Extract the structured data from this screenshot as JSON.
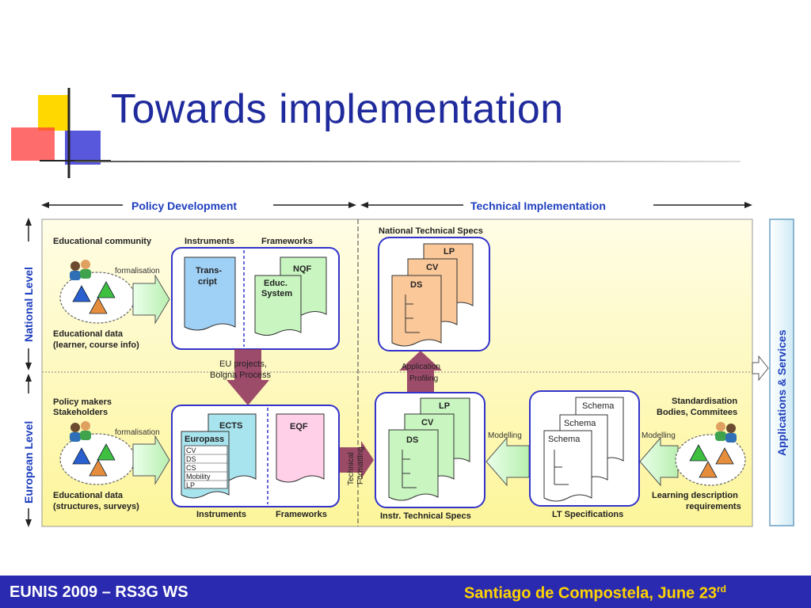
{
  "slide": {
    "title": "Towards implementation",
    "footer_left": "EUNIS 2009 – RS3G WS",
    "footer_right": "Santiago de Compostela, June 23",
    "footer_right_sup": "rd"
  },
  "diagram": {
    "header_left": "Policy Development",
    "header_right": "Technical Implementation",
    "national_level": "National Level",
    "european_level": "European Level",
    "applications_services": "Applications & Services",
    "national": {
      "community_label": "Educational community",
      "formalisation": "formalisation",
      "data_label_1": "Educational data",
      "data_label_2": "(learner, course info)",
      "instruments": "Instruments",
      "frameworks": "Frameworks",
      "transcript_1": "Trans-",
      "transcript_2": "cript",
      "nqf": "NQF",
      "educ_1": "Educ.",
      "educ_2": "System",
      "tech_specs": "National Technical Specs",
      "lp": "LP",
      "cv": "CV",
      "ds": "DS"
    },
    "middle": {
      "eu_projects_1": "EU projects,",
      "eu_projects_2": "Bolgna Process",
      "app_profiling_1": "Application",
      "app_profiling_2": "Profiling",
      "tech_formatting_1": "Technical",
      "tech_formatting_2": "Formatting"
    },
    "european": {
      "policy_makers_1": "Policy makers",
      "policy_makers_2": "Stakeholders",
      "formalisation": "formalisation",
      "data_label_1": "Educational data",
      "data_label_2": "(structures, surveys)",
      "ects": "ECTS",
      "eqf": "EQF",
      "europass": "Europass",
      "europass_items": [
        "CV",
        "DS",
        "CS",
        "Mobility",
        "LP"
      ],
      "instruments": "Instruments",
      "frameworks": "Frameworks",
      "instr_specs": "Instr. Technical Specs",
      "lp": "LP",
      "cv": "CV",
      "ds": "DS",
      "modelling_1": "Modelling",
      "modelling_2": "Modelling",
      "schema": "Schema",
      "lt_specs": "LT Specifications",
      "std_bodies_1": "Standardisation",
      "std_bodies_2": "Bodies, Commitees",
      "learning_req_1": "Learning description",
      "learning_req_2": "requirements"
    }
  },
  "colors": {
    "title": "#1f2a9c",
    "footer_bg": "#2a2ab0",
    "footer_right": "#ffd400",
    "diagram_blue": "#1f3fbf",
    "panel_border": "#3333cc",
    "arrow_purple": "#8b2d5a",
    "arrow_green": "#ccf5c4"
  }
}
